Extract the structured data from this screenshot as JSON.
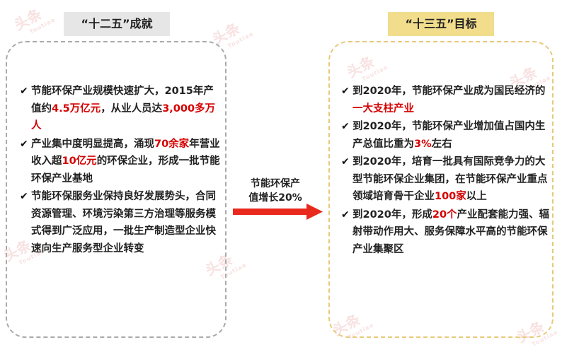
{
  "watermark": {
    "text": "头条",
    "subtext": "Toutiao"
  },
  "left": {
    "header": "“十二五”成就",
    "items": [
      [
        {
          "t": "节能环保产业规模快速扩大，2015年产值约",
          "h": false
        },
        {
          "t": "4.5万亿元",
          "h": true
        },
        {
          "t": "，从业人员达",
          "h": false
        },
        {
          "t": "3,000多万人",
          "h": true
        }
      ],
      [
        {
          "t": "产业集中度明显提高，涌现",
          "h": false
        },
        {
          "t": "70余家",
          "h": true
        },
        {
          "t": "年营业收入超",
          "h": false
        },
        {
          "t": "10亿元",
          "h": true
        },
        {
          "t": "的环保企业，形成一批节能环保产业基地",
          "h": false
        }
      ],
      [
        {
          "t": "节能环保服务业保持良好发展势头，合同资源管理、环境污染第三方治理等服务模式得到广泛应用，一批生产制造型企业快速向生产服务型企业转变",
          "h": false
        }
      ]
    ]
  },
  "arrow": {
    "label_line1": "节能环保产",
    "label_line2": "值增长20%",
    "color": "#e8291c"
  },
  "right": {
    "header": "“十三五”目标",
    "items": [
      [
        {
          "t": "到2020年，节能环保产业成为国民经济的",
          "h": false
        },
        {
          "t": "一大支柱产业",
          "h": true
        }
      ],
      [
        {
          "t": "到2020年，节能环保产业增加值占国内生产总值比重为",
          "h": false
        },
        {
          "t": "3%",
          "h": true
        },
        {
          "t": "左右",
          "h": false
        }
      ],
      [
        {
          "t": "到2020年，培育一批具有国际竞争力的大型节能环保企业集团，在节能环保产业重点领域培育骨干企业",
          "h": false
        },
        {
          "t": "100家",
          "h": true
        },
        {
          "t": "以上",
          "h": false
        }
      ],
      [
        {
          "t": "到2020年，形成",
          "h": false
        },
        {
          "t": "20个",
          "h": true
        },
        {
          "t": "产业配套能力强、辐射带动作用大、服务保障水平高的节能环保产业集聚区",
          "h": false
        }
      ]
    ]
  },
  "colors": {
    "highlight": "#d40000",
    "left_header_bg": "#e6e6e6",
    "right_header_bg": "#f2dd8c"
  }
}
